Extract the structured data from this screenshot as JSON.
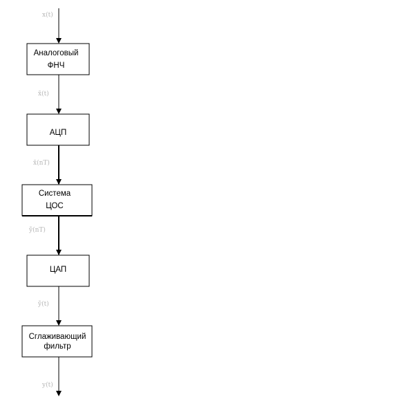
{
  "blocks": [
    {
      "id": "analog-lpf",
      "lines": [
        "Аналоговый",
        "ФНЧ"
      ]
    },
    {
      "id": "adc",
      "lines": [
        "АЦП"
      ]
    },
    {
      "id": "dsp",
      "lines": [
        "Система",
        "ЦОС"
      ]
    },
    {
      "id": "dac",
      "lines": [
        "ЦАП"
      ]
    },
    {
      "id": "smoothing-filter",
      "lines": [
        "Сглаживающий",
        "фильтр"
      ]
    }
  ],
  "signals": [
    {
      "id": "input",
      "text": "x(t)"
    },
    {
      "id": "filtered",
      "text": "x̃(t)"
    },
    {
      "id": "sampled",
      "text": "x̃(nT)"
    },
    {
      "id": "processed",
      "text": "ỹ(nT)"
    },
    {
      "id": "dac-out",
      "text": "ỹ(t)"
    },
    {
      "id": "output",
      "text": "y(t)"
    }
  ],
  "colors": {
    "line": "#000000",
    "box_fill": "#ffffff",
    "signal_label": "#b5b5b5"
  }
}
